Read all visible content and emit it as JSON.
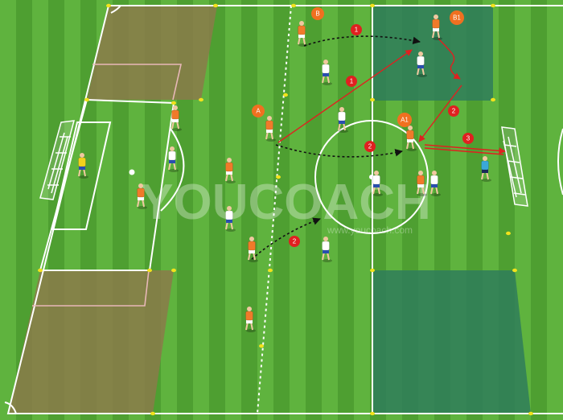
{
  "diagram": {
    "watermark": {
      "brand": "YOUCOACH",
      "url": "www.youcoach.com"
    },
    "colors": {
      "grass_light": "#5fb33e",
      "grass_dark": "#4e9f31",
      "line": "#ffffff",
      "zone_brown": "#8b7a4a",
      "zone_green": "#2f7d5a",
      "red_badge": "#e02020",
      "orange_badge": "#f07020",
      "team_orange": "#f07a2a",
      "team_white": "#ffffff",
      "team_white_trim": "#2a4fb0",
      "keeper_yellow": "#f2d11c",
      "keeper_cyan": "#3aa8d8"
    },
    "player_labels": [
      {
        "id": "player-b",
        "text": "B",
        "color": "orange"
      },
      {
        "id": "player-b1",
        "text": "B1",
        "color": "orange"
      },
      {
        "id": "player-a",
        "text": "A",
        "color": "orange"
      },
      {
        "id": "player-a1",
        "text": "A1",
        "color": "orange"
      }
    ],
    "step_badges": [
      {
        "id": "step-1-top",
        "text": "1"
      },
      {
        "id": "step-1-mid",
        "text": "1"
      },
      {
        "id": "step-2-centre",
        "text": "2"
      },
      {
        "id": "step-2-right",
        "text": "2"
      },
      {
        "id": "step-2-bottom",
        "text": "2"
      },
      {
        "id": "step-3",
        "text": "3"
      }
    ]
  }
}
